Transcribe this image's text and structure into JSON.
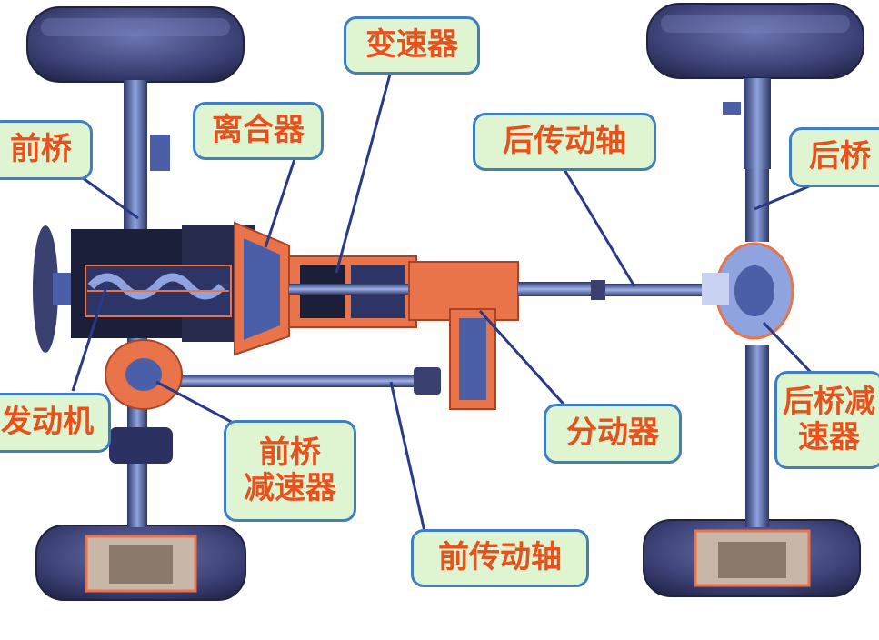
{
  "labels": {
    "front_axle": "前桥",
    "clutch": "离合器",
    "transmission": "变速器",
    "rear_drive_shaft": "后传动轴",
    "rear_axle": "后桥",
    "engine": "发动机",
    "front_axle_reducer": "前桥\n减速器",
    "transfer_case": "分动器",
    "front_drive_shaft": "前传动轴",
    "rear_axle_reducer": "后桥减\n速器"
  },
  "colors": {
    "callout_fill": "#dff5d2",
    "callout_border": "#3f7fbf",
    "label_text": "#e8501c",
    "tire": "#3a3f73",
    "shaft": "#4b5fa8",
    "housing_orange": "#e9744a",
    "housing_dark": "#1c1f3a"
  }
}
